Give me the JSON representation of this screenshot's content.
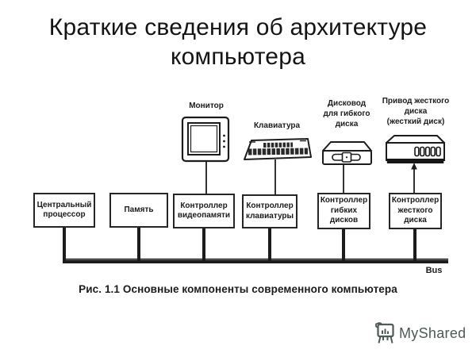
{
  "slide": {
    "title": "Краткие сведения об архитектуре компьютера"
  },
  "diagram": {
    "device_labels": {
      "monitor": "Монитор",
      "keyboard": "Клавиатура",
      "floppy": "Дисковод\nдля гибкого\nдиска",
      "hdd": "Привод жесткого\nдиска\n(жесткий диск)"
    },
    "boxes": [
      {
        "label": "Центральный процессор"
      },
      {
        "label": "Память"
      },
      {
        "label": "Контроллер видеопамяти"
      },
      {
        "label": "Контроллер клавиатуры"
      },
      {
        "label": "Контроллер гибких дисков"
      },
      {
        "label": "Контроллер жесткого диска"
      }
    ],
    "bus_label": "Bus",
    "caption": "Рис. 1.1 Основные компоненты современного компьютера"
  },
  "watermark": {
    "brand": "MyShared"
  },
  "colors": {
    "ink": "#1c1c1c",
    "watermark_gray": "#4d5a57",
    "background": "#ffffff"
  }
}
